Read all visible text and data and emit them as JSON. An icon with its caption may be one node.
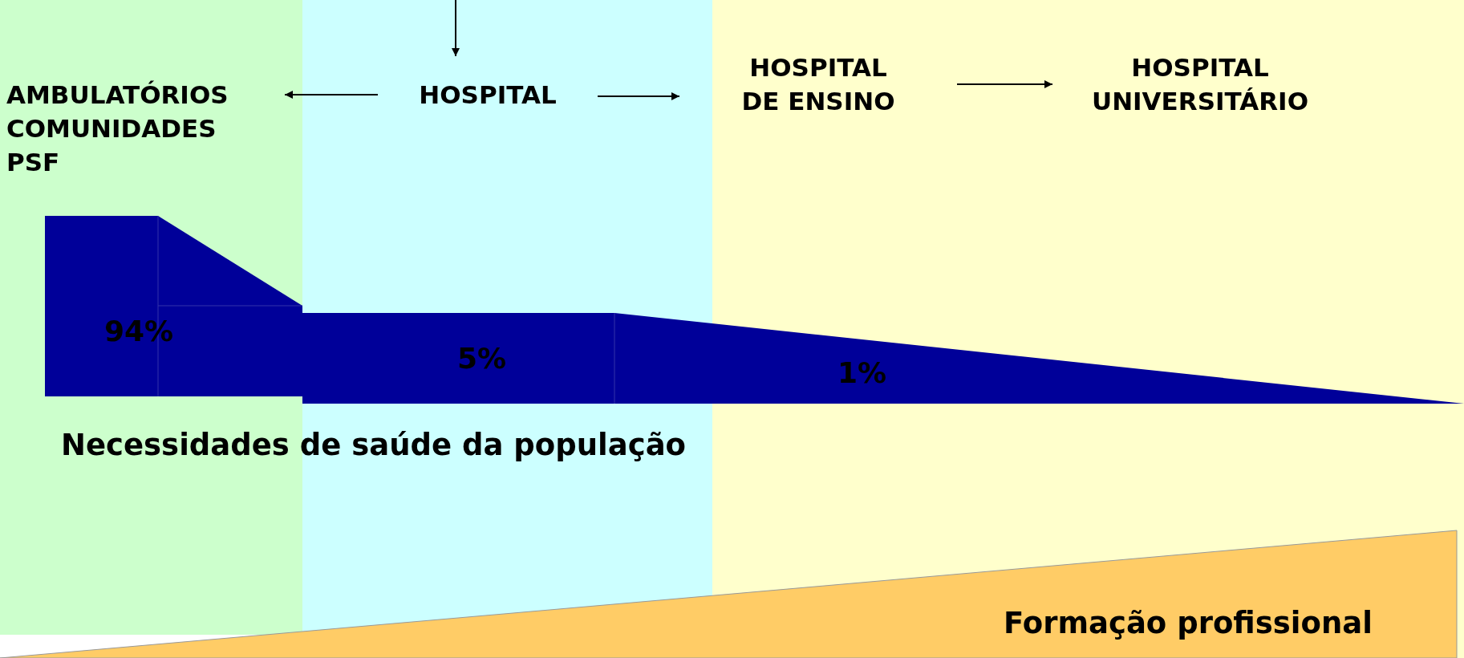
{
  "diagram": {
    "nodes": [
      {
        "text": [
          "AMBULATÓRIOS COMUNIDADES PSF"
        ]
      },
      {
        "text": [
          "HOSPITAL"
        ]
      },
      {
        "text": [
          "HOSPITAL DE ENSINO"
        ]
      },
      {
        "text": [
          "HOSPITAL UNIVERSITÁRIO"
        ]
      }
    ],
    "edges": [
      {
        "from": null,
        "to": 1,
        "arrow": "to"
      },
      {
        "from": 1,
        "to": 0,
        "arrow": "to"
      },
      {
        "from": 1,
        "to": 2,
        "arrow": "to"
      },
      {
        "from": 2,
        "to": 3,
        "arrow": "to"
      }
    ],
    "labels": [
      "94%",
      "5%",
      "1%",
      "Necessidades de saúde da população",
      "Formação profissional"
    ]
  }
}
